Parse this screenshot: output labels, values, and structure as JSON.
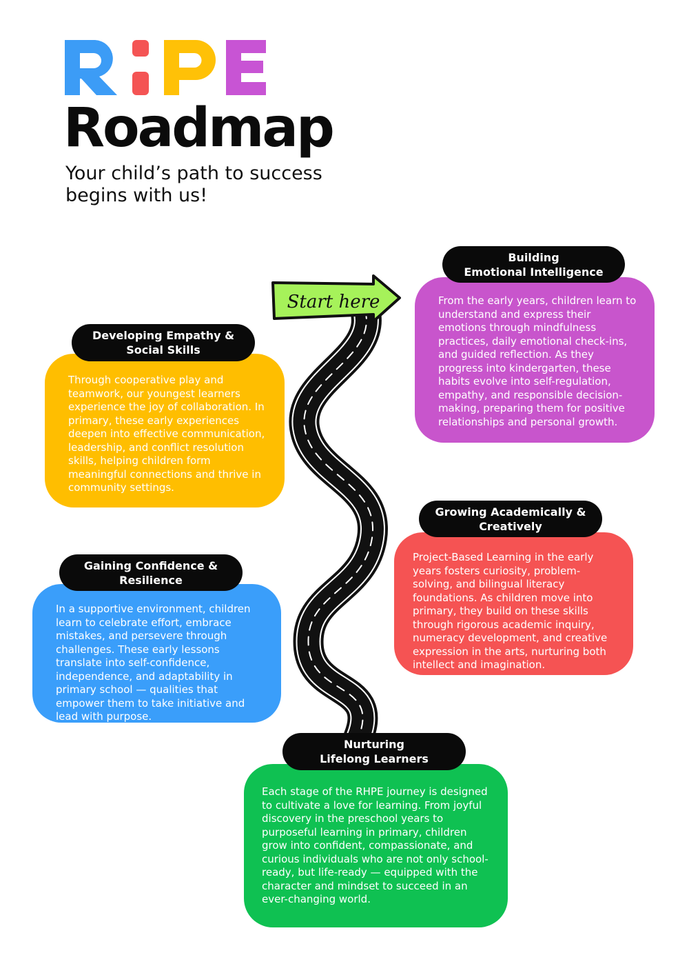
{
  "header": {
    "logo_letters": [
      {
        "char": "R",
        "color": "#3C9CF6"
      },
      {
        "char": ":",
        "color": "#F45454"
      },
      {
        "char": "P",
        "color": "#FFC107"
      },
      {
        "char": "E",
        "color": "#C854D4"
      }
    ],
    "title": "Roadmap",
    "subtitle": "Your child’s path to success begins with us!"
  },
  "start_sign": {
    "label": "Start here",
    "color": "#A6F25A"
  },
  "sections": [
    {
      "id": "emotional",
      "heading": "Building\nEmotional Intelligence",
      "body": "From the early years, children learn to understand and express their emotions through mindfulness practices, daily emotional check-ins, and guided reflection. As they progress into kindergarten, these habits evolve into self-regulation, empathy, and responsible decision-making, preparing them for positive relationships and personal growth.",
      "color": "#C855CC"
    },
    {
      "id": "empathy",
      "heading": "Developing Empathy &\nSocial Skills",
      "body": "Through cooperative play and teamwork, our youngest learners experience the joy of collaboration. In primary, these early experiences deepen into effective communication, leadership, and conflict resolution skills, helping children form meaningful connections and thrive in community settings.",
      "color": "#FFBE00"
    },
    {
      "id": "academic",
      "heading": "Growing Academically &\nCreatively",
      "body": "Project-Based Learning in the early years fosters curiosity, problem-solving, and bilingual literacy foundations. As children move into primary, they build on these skills through rigorous academic inquiry, numeracy development, and creative expression in the arts, nurturing both intellect and imagination.",
      "color": "#F55353"
    },
    {
      "id": "confidence",
      "heading": "Gaining Confidence &\nResilience",
      "body": "In a supportive environment, children learn to celebrate effort, embrace mistakes, and persevere through challenges. These early lessons translate into self-confidence, independence, and adaptability in primary school — qualities that empower them to take initiative and lead with purpose.",
      "color": "#3A9EFA"
    },
    {
      "id": "lifelong",
      "heading": "Nurturing\nLifelong Learners",
      "body": "Each stage of the RHPE journey is designed to cultivate a love for learning. From joyful discovery in the preschool years to purposeful learning in primary, children grow into confident, compassionate, and curious individuals who are not only school-ready, but life-ready — equipped with the character and mindset to succeed in an ever-changing world.",
      "color": "#0FC152"
    }
  ]
}
